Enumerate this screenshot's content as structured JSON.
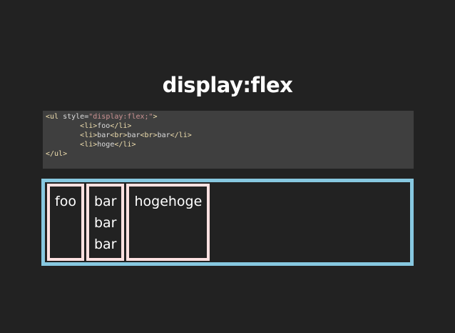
{
  "slide": {
    "title": "display:flex"
  },
  "code": {
    "line1": {
      "lt": "<",
      "tag": "ul",
      "attr": " style=",
      "str": "\"display:flex;\"",
      "gt": ">"
    },
    "line2": {
      "indent": "        ",
      "open": "<li>",
      "text": "foo",
      "close": "</li>"
    },
    "line3": {
      "indent": "        ",
      "open": "<li>",
      "t1": "bar",
      "br1": "<br>",
      "t2": "bar",
      "br2": "<br>",
      "t3": "bar",
      "close": "</li>"
    },
    "line4": {
      "indent": "        ",
      "open": "<li>",
      "text": "hoge",
      "close": "</li>"
    },
    "line5": {
      "close": "</ul>"
    }
  },
  "demo": {
    "items": [
      {
        "lines": [
          "foo"
        ]
      },
      {
        "lines": [
          "bar",
          "bar",
          "bar"
        ]
      },
      {
        "lines": [
          "hogehoge"
        ]
      }
    ]
  },
  "colors": {
    "background": "#222222",
    "flex_container_border": "#87c8e0",
    "flex_item_border": "#ffe1e1",
    "code_background": "#3f3f3f"
  }
}
